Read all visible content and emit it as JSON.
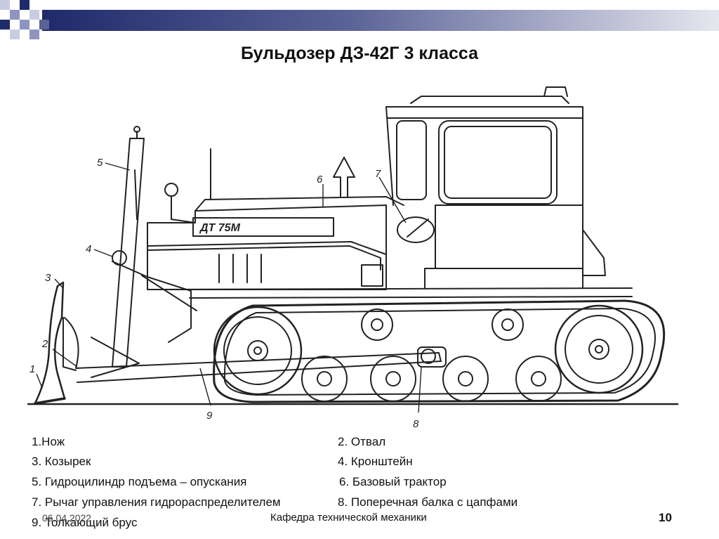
{
  "slide": {
    "title": "Бульдозер ДЗ-42Г 3 класса",
    "date": "06.04.2022",
    "department": "Кафедра технической механики",
    "page_number": "10"
  },
  "diagram": {
    "engine_plate": "ДТ 75М",
    "callouts": [
      "1",
      "2",
      "3",
      "4",
      "5",
      "6",
      "7",
      "8",
      "9"
    ]
  },
  "legend": [
    "1.Нож",
    "2. Отвал",
    "3. Козырек",
    "4. Кронштейн",
    "5. Гидроцилиндр подъема – опускания",
    "6. Базовый трактор",
    "7. Рычаг управления гидрораспределителем",
    "8. Поперечная балка с цапфами",
    "9. Толкающий брус"
  ],
  "colors": {
    "topbar_dark": "#1f2a6b",
    "topbar_light": "#dcdde6",
    "line": "#222222"
  }
}
